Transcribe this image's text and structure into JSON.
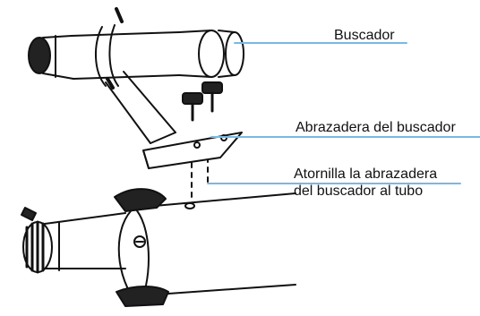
{
  "labels": {
    "finder": "Buscador",
    "bracket": "Abrazadera del buscador",
    "screw_line1": "Atornilla la abrazadera",
    "screw_line2": "del buscador al tubo"
  },
  "colors": {
    "leader": "#7ab8e0",
    "ink": "#111111"
  }
}
